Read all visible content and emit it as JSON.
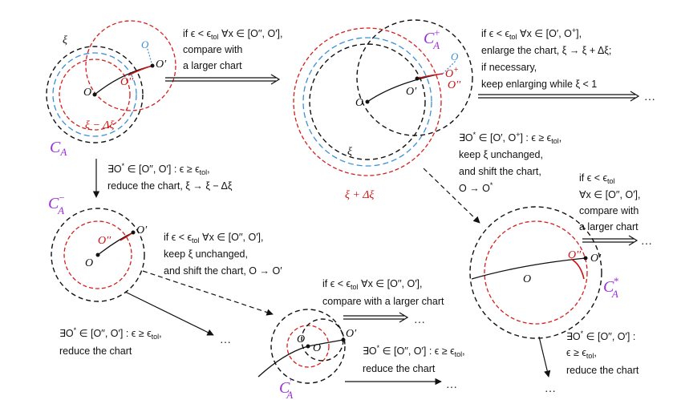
{
  "labels": {
    "C_A": "C",
    "C_A_sub": "A",
    "C_A_plus": "C",
    "C_A_plus_sub": "A",
    "C_A_plus_sup": "+",
    "C_A_minus": "C",
    "C_A_minus_sub": "A",
    "C_A_minus_sup": "−",
    "C_A_star": "C",
    "C_A_star_sub": "A",
    "C_A_star_sup": "*",
    "C_A_prime": "C",
    "C_A_prime_sub": "A",
    "C_A_prime_sup": "′",
    "xi": "ξ",
    "xi_minus": "ξ − Δξ",
    "xi_plus": "ξ + Δξ",
    "O": "O",
    "O_prime": "O′",
    "O_dprime": "O′′",
    "O_plus": "O",
    "O_plus_sup": "+",
    "ellipsis": "…"
  },
  "steps": {
    "compare_larger_1": [
      "if ϵ < ϵ",
      "tol",
      " ∀x ∈ [O′′, O′],",
      "compare with",
      "a larger chart"
    ],
    "enlarge": [
      "if ϵ < ϵ",
      "tol",
      " ∀x ∈ [O′, O",
      "+",
      "],",
      "enlarge the chart, ξ → ξ + Δξ;",
      "if necessary,",
      "keep enlarging while ξ < 1"
    ],
    "reduce_1": [
      "∃O",
      "*",
      " ∈ [O′′, O′] : ϵ ≥ ϵ",
      "tol",
      ",",
      "reduce the chart, ξ → ξ − Δξ"
    ],
    "shift_plus": [
      "∃O",
      "*",
      " ∈ [O′, O",
      "+",
      "] : ϵ ≥ ϵ",
      "tol",
      ",",
      "keep ξ unchanged,",
      "and shift the chart,",
      "O → O",
      "*"
    ],
    "compare_larger_2": [
      "if ϵ < ϵ",
      "tol",
      "∀x ∈ [O′′, O′],",
      "compare with",
      "a larger chart"
    ],
    "shift_minus": [
      "if ϵ < ϵ",
      "tol",
      " ∀x ∈ [O′′, O′],",
      "keep ξ unchanged,",
      "and shift the chart, O → O′"
    ],
    "reduce_2": [
      "∃O",
      "*",
      " ∈ [O′′, O′] : ϵ ≥ ϵ",
      "tol",
      ",",
      "reduce the chart"
    ],
    "compare_larger_3": [
      "if ϵ < ϵ",
      "tol",
      " ∀x ∈ [O′′, O′],",
      "compare with a larger chart"
    ],
    "reduce_3": [
      "∃O",
      "*",
      " ∈ [O′′, O′] : ϵ ≥ ϵ",
      "tol",
      ",",
      "reduce the chart"
    ],
    "reduce_4": [
      "∃O",
      "*",
      " ∈ [O′′, O′] :",
      "ϵ ≥ ϵ",
      "tol",
      ",",
      "reduce the chart"
    ]
  }
}
